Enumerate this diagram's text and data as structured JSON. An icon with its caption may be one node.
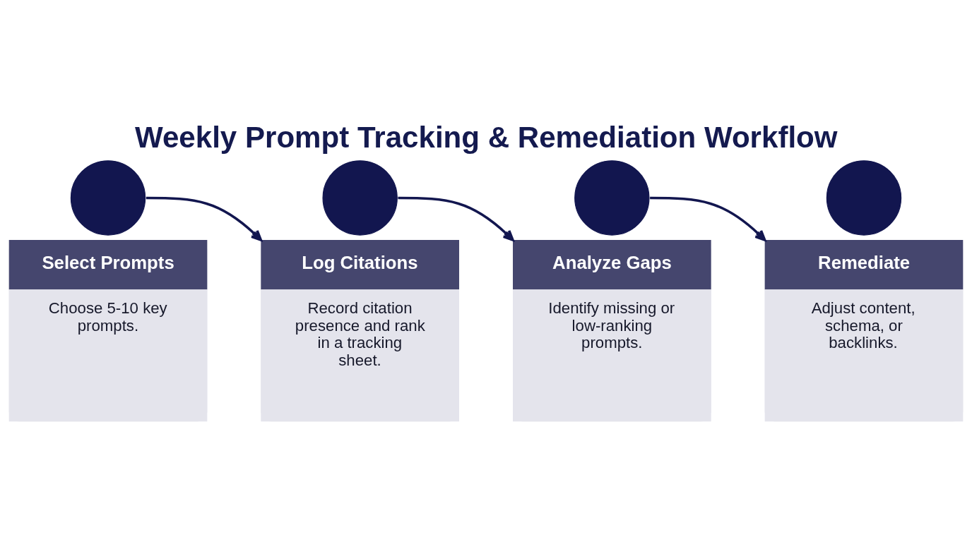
{
  "diagram": {
    "title": "Weekly Prompt Tracking & Remediation Workflow",
    "nodes": [
      {
        "text": [],
        "shape": "circle"
      },
      {
        "text": [
          "Select Prompts",
          "Choose 5-10 key prompts."
        ]
      },
      {
        "text": [],
        "shape": "circle"
      },
      {
        "text": [
          "Log Citations",
          "Record citation presence and rank in a tracking sheet."
        ]
      },
      {
        "text": [],
        "shape": "circle"
      },
      {
        "text": [
          "Analyze Gaps",
          "Identify missing or low-ranking prompts."
        ]
      },
      {
        "text": [],
        "shape": "circle"
      },
      {
        "text": [
          "Remediate",
          "Adjust content, schema, or backlinks."
        ]
      }
    ],
    "edges": [
      {
        "from": 0,
        "to": 3,
        "arrow": "to"
      },
      {
        "from": 2,
        "to": 5,
        "arrow": "to"
      },
      {
        "from": 4,
        "to": 7,
        "arrow": "to"
      }
    ]
  }
}
